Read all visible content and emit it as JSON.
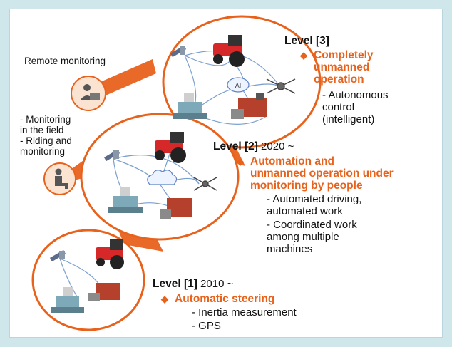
{
  "colors": {
    "accent": "#e8621c",
    "background": "#cfe6ea",
    "ellipse_stroke": "#e8621c",
    "network_lines": "#7a9fd0"
  },
  "side_labels": {
    "remote": "Remote monitoring",
    "field_1": "- Monitoring\n  in the field",
    "field_2": "- Riding and\n  monitoring"
  },
  "levels": [
    {
      "label": "Level [3]",
      "year": "",
      "title": "Completely\nunmanned\noperation",
      "items": [
        "- Autonomous\n  control\n  (intelligent)"
      ]
    },
    {
      "label": "Level [2]",
      "year": " 2020 ~",
      "title": "Automation and\nunmanned operation under\nmonitoring by people",
      "items": [
        "- Automated driving,\n  automated work",
        "- Coordinated work\n  among multiple\n  machines"
      ]
    },
    {
      "label": "Level [1]",
      "year": " 2010 ~",
      "title": "Automatic steering",
      "items": [
        "- Inertia measurement",
        "- GPS"
      ]
    }
  ],
  "network_center_labels": {
    "top": "AI"
  },
  "icons": [
    "satellite-icon",
    "tractor-icon",
    "drone-icon",
    "combine-harvester-icon",
    "rice-transplanter-icon",
    "cloud-icon",
    "operator-at-computer-icon",
    "seated-person-icon"
  ]
}
